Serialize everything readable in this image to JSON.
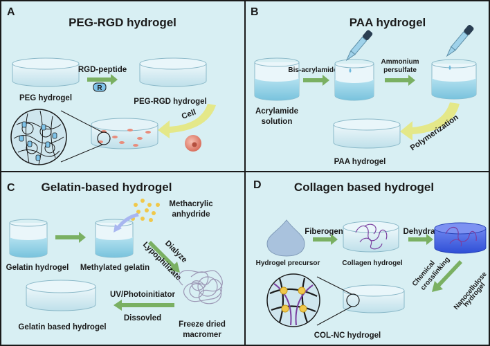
{
  "panels": {
    "a": {
      "letter": "A",
      "title": "PEG-RGD hydrogel",
      "labels": {
        "peg_hydrogel": "PEG hydrogel",
        "rgd_peptide": "RGD-peptide",
        "rgd_badge": "R",
        "peg_rgd_hydrogel": "PEG-RGD hydrogel",
        "cell": "Cell"
      }
    },
    "b": {
      "letter": "B",
      "title": "PAA hydrogel",
      "labels": {
        "acrylamide_line1": "Acrylamide",
        "acrylamide_line2": "solution",
        "bis_acrylamide": "Bis-acrylamide",
        "ammonium_line1": "Ammonium",
        "ammonium_line2": "persulfate",
        "polymerization": "Polymerization",
        "paa_hydrogel": "PAA hydrogel"
      }
    },
    "c": {
      "letter": "C",
      "title": "Gelatin-based hydrogel",
      "labels": {
        "methacrylic_line1": "Methacrylic",
        "methacrylic_line2": "anhydride",
        "gelatin_hydrogel": "Gelatin hydrogel",
        "methylated_gelatin": "Methylated gelatin",
        "dialyze": "Dialyze",
        "lypophilizate": "Lypophilizate",
        "uv_photoinitiator": "UV/Photoinitiator",
        "dissovled": "Dissovled",
        "gelatin_based": "Gelatin based hydrogel",
        "freeze_line1": "Freeze dried",
        "freeze_line2": "macromer"
      }
    },
    "d": {
      "letter": "D",
      "title": "Collagen based hydrogel",
      "labels": {
        "fiberogensis": "Fiberogensis",
        "dehydration": "Dehydration",
        "hydrogel_precursor": "Hydrogel precursor",
        "collagen_hydrogel": "Collagen hydrogel",
        "chemical_line1": "Chemical",
        "chemical_line2": "crosslinking",
        "nanocellulose_line1": "Nanocellulose",
        "nanocellulose_line2": "hydrogel",
        "col_nc": "COL-NC hydrogel"
      }
    }
  },
  "colors": {
    "panel_bg": "#d8eff3",
    "border": "#1a1a1a",
    "arrow_green": "#7ab062",
    "arrow_yellow": "#e4e889",
    "liquid": "#8fd0e6",
    "glass": "#cfe9f2",
    "purple": "#7a3fa0",
    "blue_dehydrated": "#3b5fe0",
    "cell_pink": "#e88c7c",
    "dot_yellow": "#f0c84a"
  }
}
